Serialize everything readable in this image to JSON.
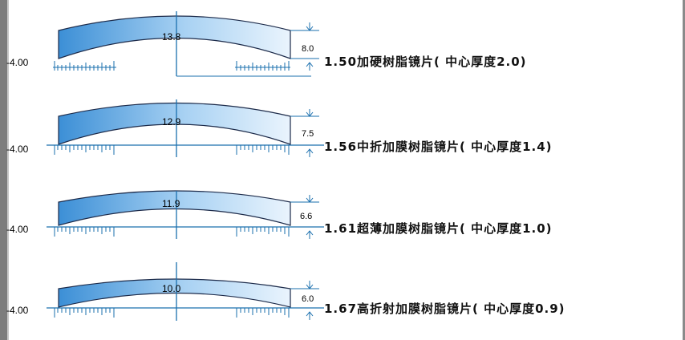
{
  "lenses": [
    {
      "power": "-4.00",
      "center_value": "13.8",
      "edge_value": "8.0",
      "title": "1.50加硬树脂镜片( 中心厚度2.0)"
    },
    {
      "power": "-4.00",
      "center_value": "12.9",
      "edge_value": "7.5",
      "title": "1.56中折加膜树脂镜片( 中心厚度1.4)"
    },
    {
      "power": "-4.00",
      "center_value": "11.9",
      "edge_value": "6.6",
      "title": "1.61超薄加膜树脂镜片( 中心厚度1.0)"
    },
    {
      "power": "-4.00",
      "center_value": "10.0",
      "edge_value": "6.0",
      "title": "1.67高折射加膜树脂镜片( 中心厚度0.9)"
    }
  ],
  "colors": {
    "lens_dark": "#3c8fd6",
    "lens_light": "#e6f2fc",
    "lens_stroke": "#1d2b4a",
    "axis": "#1a6fae",
    "frame_left": "#7d7d7d"
  }
}
